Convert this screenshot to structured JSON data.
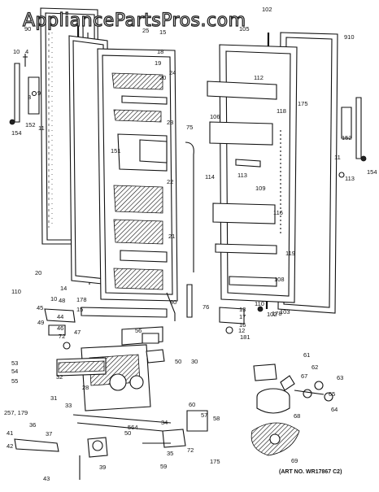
{
  "watermark": "AppliancePartsPros.com",
  "caption": "(ART NO. WR17867 C2)",
  "part_labels": [
    "102",
    "90",
    "25",
    "15",
    "18",
    "910",
    "19",
    "20",
    "22",
    "23",
    "24",
    "21",
    "151",
    "75",
    "10",
    "105",
    "106",
    "112",
    "175",
    "118",
    "113",
    "116",
    "109",
    "114",
    "119",
    "108",
    "103",
    "102",
    "113",
    "154",
    "152",
    "11",
    "4",
    "3",
    "9",
    "10",
    "154",
    "152",
    "11",
    "20",
    "14",
    "110",
    "178",
    "15",
    "80",
    "76",
    "13",
    "17",
    "16",
    "12",
    "181",
    "110",
    "178",
    "48",
    "45",
    "49",
    "44",
    "46",
    "47",
    "72",
    "56",
    "53",
    "54",
    "55",
    "32",
    "31",
    "33",
    "257, 179",
    "36",
    "37",
    "41",
    "42",
    "43",
    "39",
    "50",
    "564",
    "34",
    "35",
    "60",
    "57",
    "58",
    "59",
    "72",
    "175",
    "50",
    "30",
    "61",
    "62",
    "67",
    "63",
    "65",
    "64",
    "68",
    "69",
    "28"
  ]
}
